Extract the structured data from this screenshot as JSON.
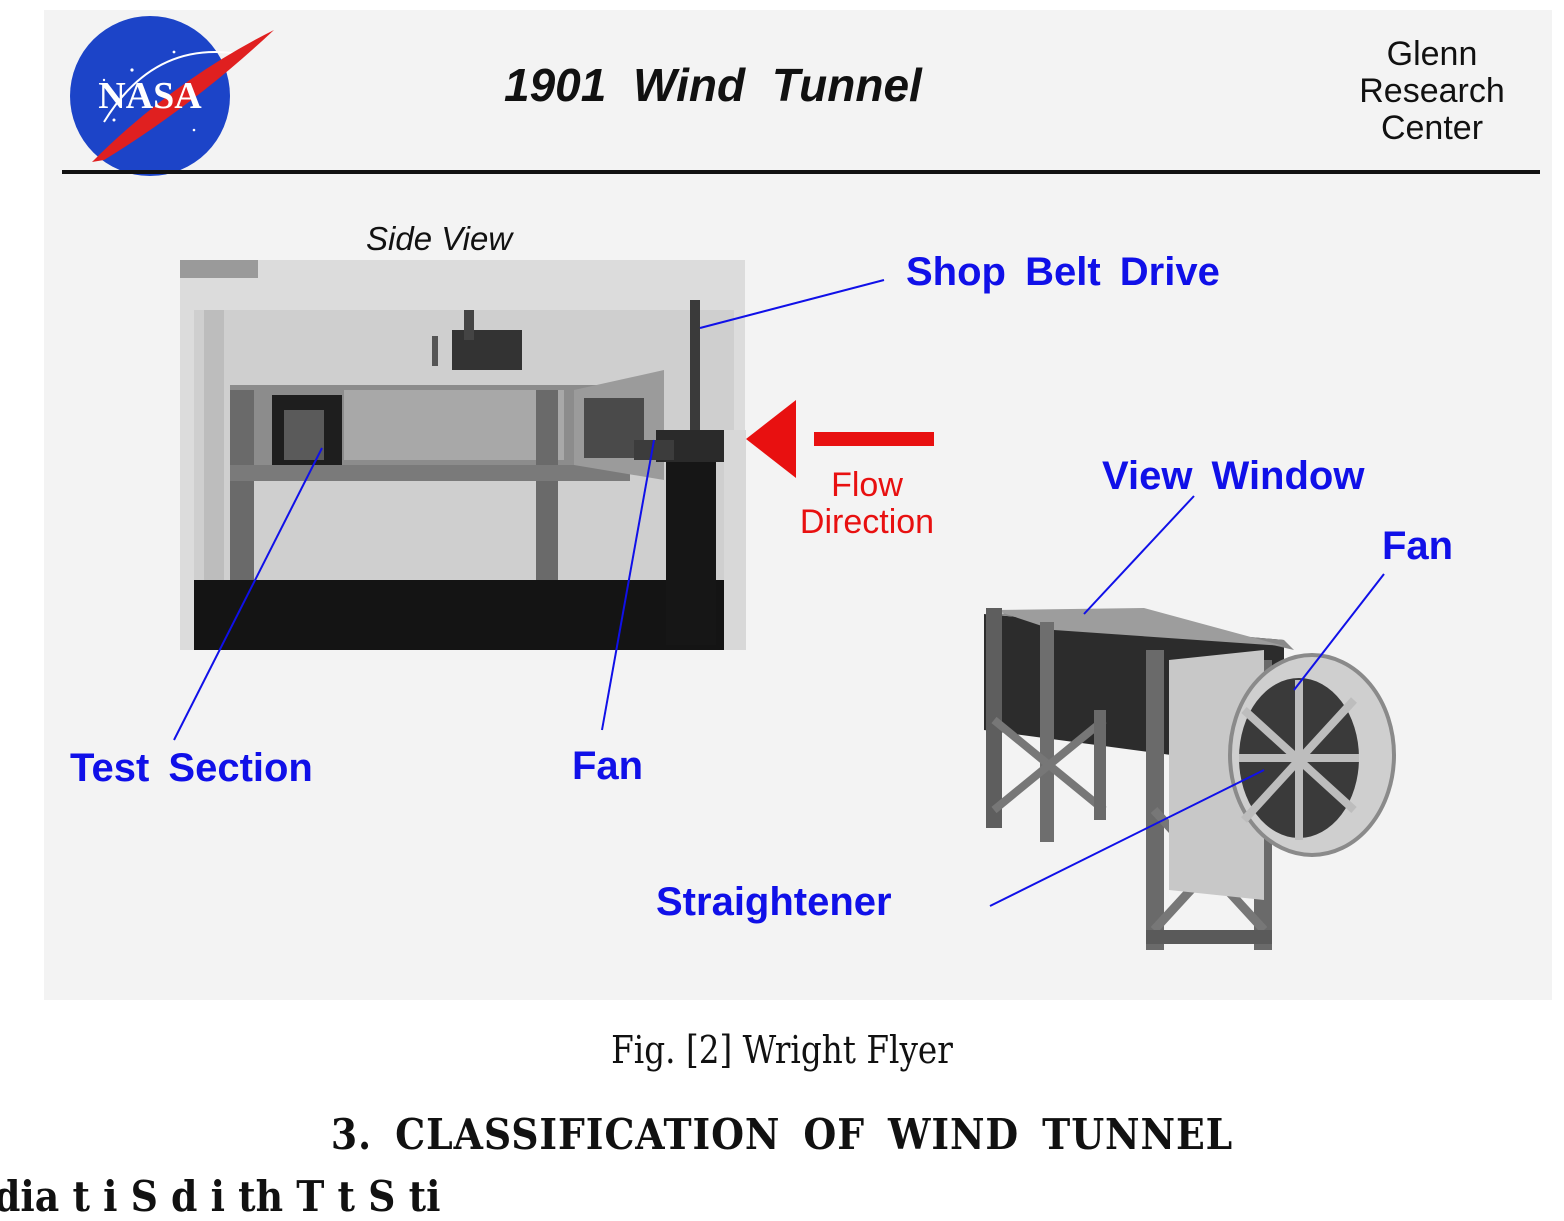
{
  "slide": {
    "title": "1901   Wind  Tunnel",
    "center_name": "Glenn Research Center",
    "side_view": "Side View",
    "flow_label": "Flow Direction",
    "labels": {
      "shop_belt_drive": "Shop  Belt  Drive",
      "view_window": "View  Window",
      "fan_right": "Fan",
      "fan_left": "Fan",
      "test_section": "Test  Section",
      "straightener": "Straightener"
    },
    "logo_text": "NASA"
  },
  "caption": "Fig. [2] Wright Flyer",
  "heading": "3.   CLASSIFICATION OF WIND TUNNEL",
  "cutoff_line": "dia  t  i         S    d i  th  T  t S  ti",
  "colors": {
    "label_blue": "#1010e8",
    "flow_red": "#e81010",
    "logo_blue": "#1c44c8",
    "slide_bg": "#f3f3f3"
  }
}
